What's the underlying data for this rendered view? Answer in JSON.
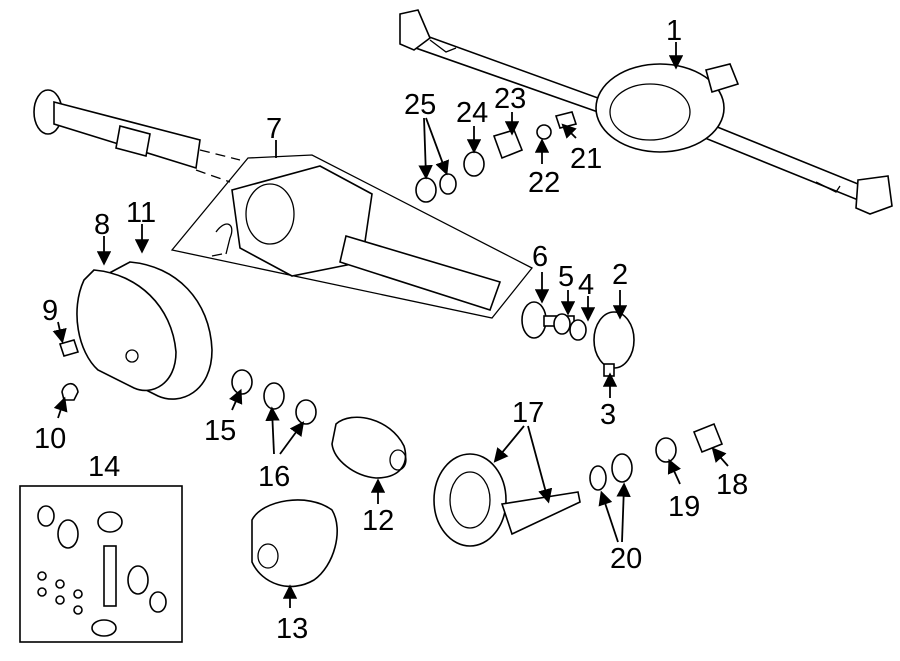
{
  "diagram": {
    "callouts": [
      "1",
      "2",
      "3",
      "4",
      "5",
      "6",
      "7",
      "8",
      "9",
      "10",
      "11",
      "12",
      "13",
      "14",
      "15",
      "16",
      "17",
      "18",
      "19",
      "20",
      "21",
      "22",
      "23",
      "24",
      "25"
    ]
  }
}
